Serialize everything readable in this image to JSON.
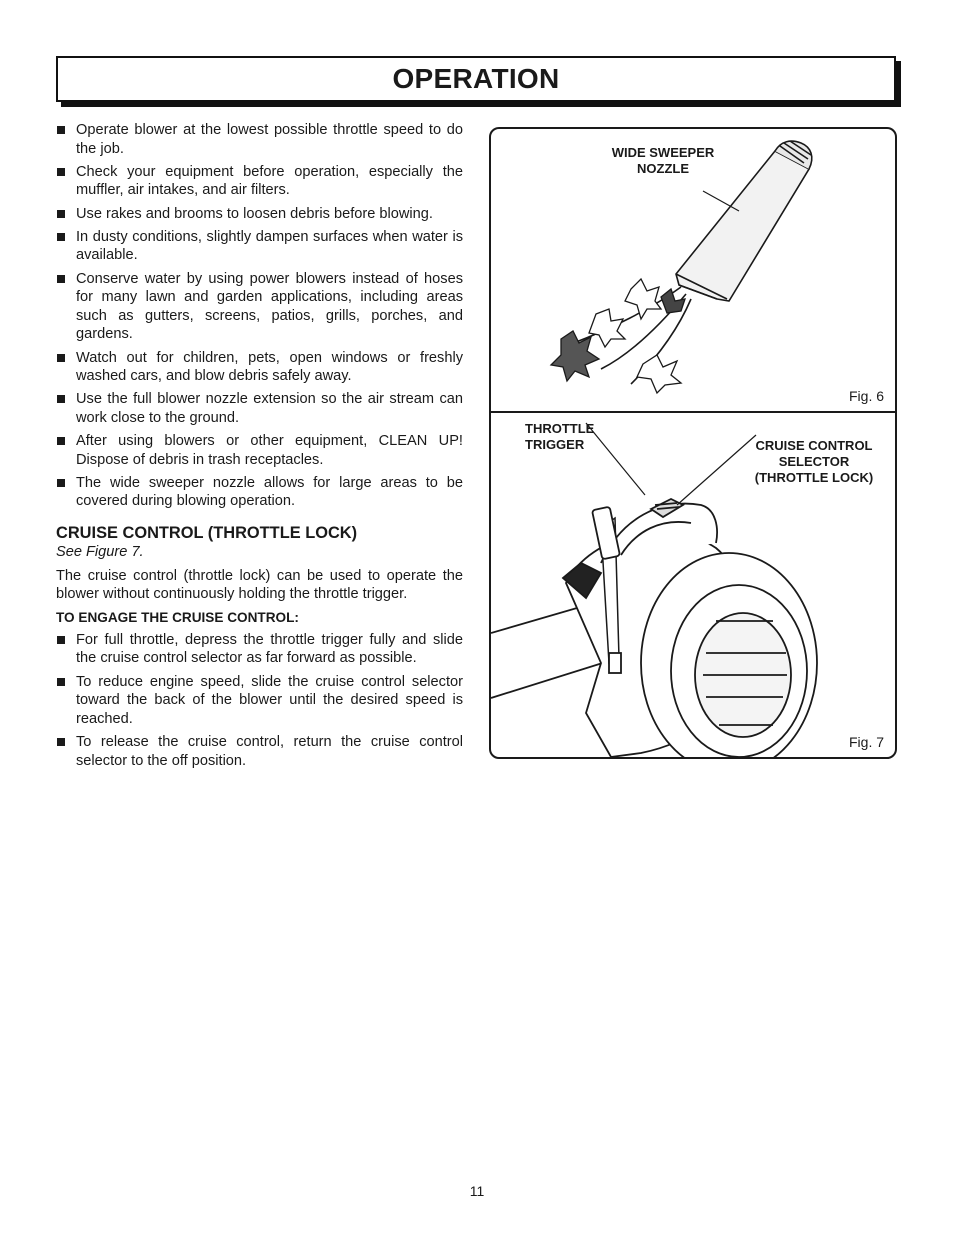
{
  "header": {
    "title": "OPERATION"
  },
  "bullets_top": [
    "Operate blower at the lowest possible throttle speed to do the job.",
    "Check your equipment before operation, especially the muffler, air intakes, and air filters.",
    "Use rakes and brooms to loosen debris before blowing.",
    "In dusty conditions, slightly dampen surfaces when water is available.",
    "Conserve water by using power blowers instead of hoses for many lawn and garden applications, including areas such as gutters, screens, patios, grills, porches, and gardens.",
    "Watch out for children, pets, open windows or freshly washed cars, and blow debris safely away.",
    "Use the full blower nozzle extension so the air stream can work close to the ground.",
    "After using blowers or other equipment, CLEAN UP! Dispose of debris in trash receptacles.",
    "The wide sweeper nozzle allows for large areas to be covered during blowing operation."
  ],
  "cruise": {
    "heading": "CRUISE CONTROL (THROTTLE LOCK)",
    "see": "See Figure 7.",
    "intro": "The cruise control (throttle lock) can be used to operate the blower without continuously holding the throttle trigger.",
    "subheading": "TO ENGAGE THE CRUISE CONTROL:",
    "bullets": [
      "For full throttle, depress the throttle trigger fully and slide the cruise control selector as far forward as possible.",
      "To reduce engine speed, slide the cruise control selector toward the back of the blower until the desired speed is reached.",
      "To release the cruise control, return the cruise control selector to the off position."
    ]
  },
  "figure6": {
    "label_line1": "WIDE SWEEPER",
    "label_line2": "NOZZLE",
    "fig": "Fig. 6"
  },
  "figure7": {
    "trigger_label": "THROTTLE TRIGGER",
    "selector_line1": "CRUISE CONTROL",
    "selector_line2": "SELECTOR",
    "selector_line3": "(THROTTLE LOCK)",
    "fig": "Fig. 7"
  },
  "page_number": "11"
}
